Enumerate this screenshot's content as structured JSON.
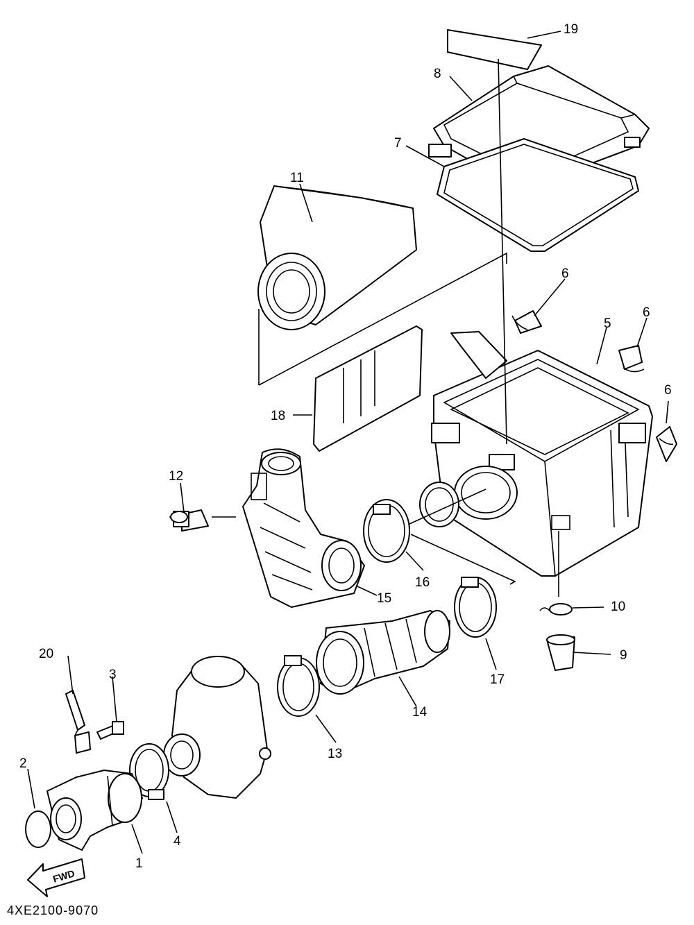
{
  "diagram_code": "4XE2100-9070",
  "fwd_label": "FWD",
  "callouts": [
    "1",
    "2",
    "3",
    "4",
    "5",
    "6",
    "6",
    "6",
    "7",
    "8",
    "9",
    "10",
    "11",
    "12",
    "13",
    "14",
    "15",
    "16",
    "17",
    "18",
    "19",
    "20"
  ]
}
